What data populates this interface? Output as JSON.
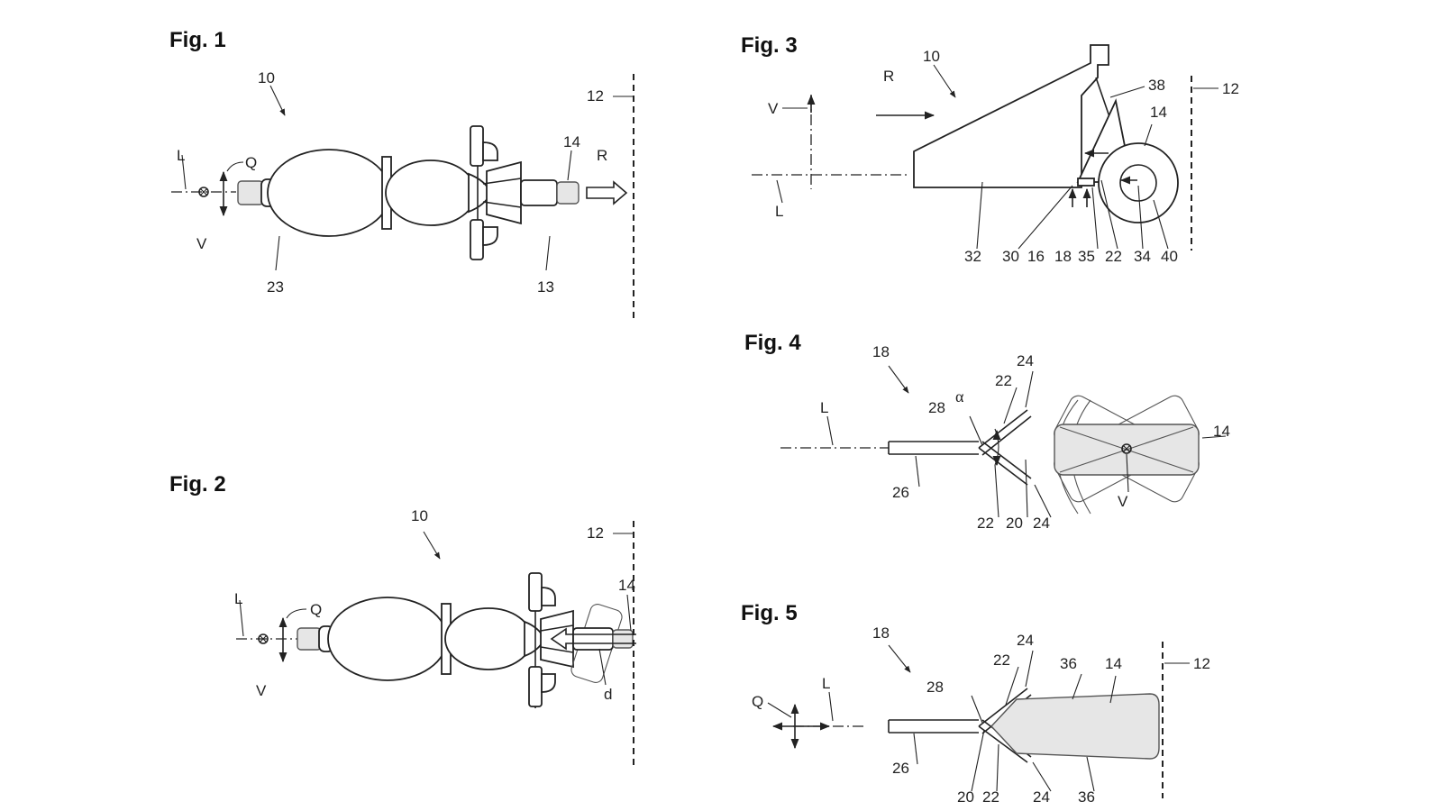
{
  "figures": {
    "fig1": {
      "title": "Fig. 1",
      "labels": {
        "l10": "10",
        "l12": "12",
        "l14": "14",
        "lR": "R",
        "lL": "L",
        "lQ": "Q",
        "lV": "V",
        "l23": "23",
        "l13": "13"
      }
    },
    "fig2": {
      "title": "Fig. 2",
      "labels": {
        "l10": "10",
        "l12": "12",
        "l14": "14",
        "lL": "L",
        "lQ": "Q",
        "lV": "V",
        "ld": "d"
      }
    },
    "fig3": {
      "title": "Fig. 3",
      "labels": {
        "l10": "10",
        "lR": "R",
        "lV": "V",
        "lL": "L",
        "l38": "38",
        "l12": "12",
        "l14": "14",
        "l32": "32",
        "l30": "30",
        "l16": "16",
        "l18": "18",
        "l35": "35",
        "l22": "22",
        "l34": "34",
        "l40": "40"
      }
    },
    "fig4": {
      "title": "Fig. 4",
      "labels": {
        "l18": "18",
        "l24a": "24",
        "l22a": "22",
        "lalpha": "α",
        "l28": "28",
        "lL": "L",
        "l14": "14",
        "l26": "26",
        "lV": "V",
        "l22b": "22",
        "l20": "20",
        "l24b": "24"
      }
    },
    "fig5": {
      "title": "Fig. 5",
      "labels": {
        "l18": "18",
        "l24a": "24",
        "l22a": "22",
        "l36a": "36",
        "l14": "14",
        "l12": "12",
        "l28": "28",
        "lQ": "Q",
        "lL": "L",
        "l26": "26",
        "l20": "20",
        "l22b": "22",
        "l24b": "24",
        "l36b": "36"
      }
    }
  }
}
